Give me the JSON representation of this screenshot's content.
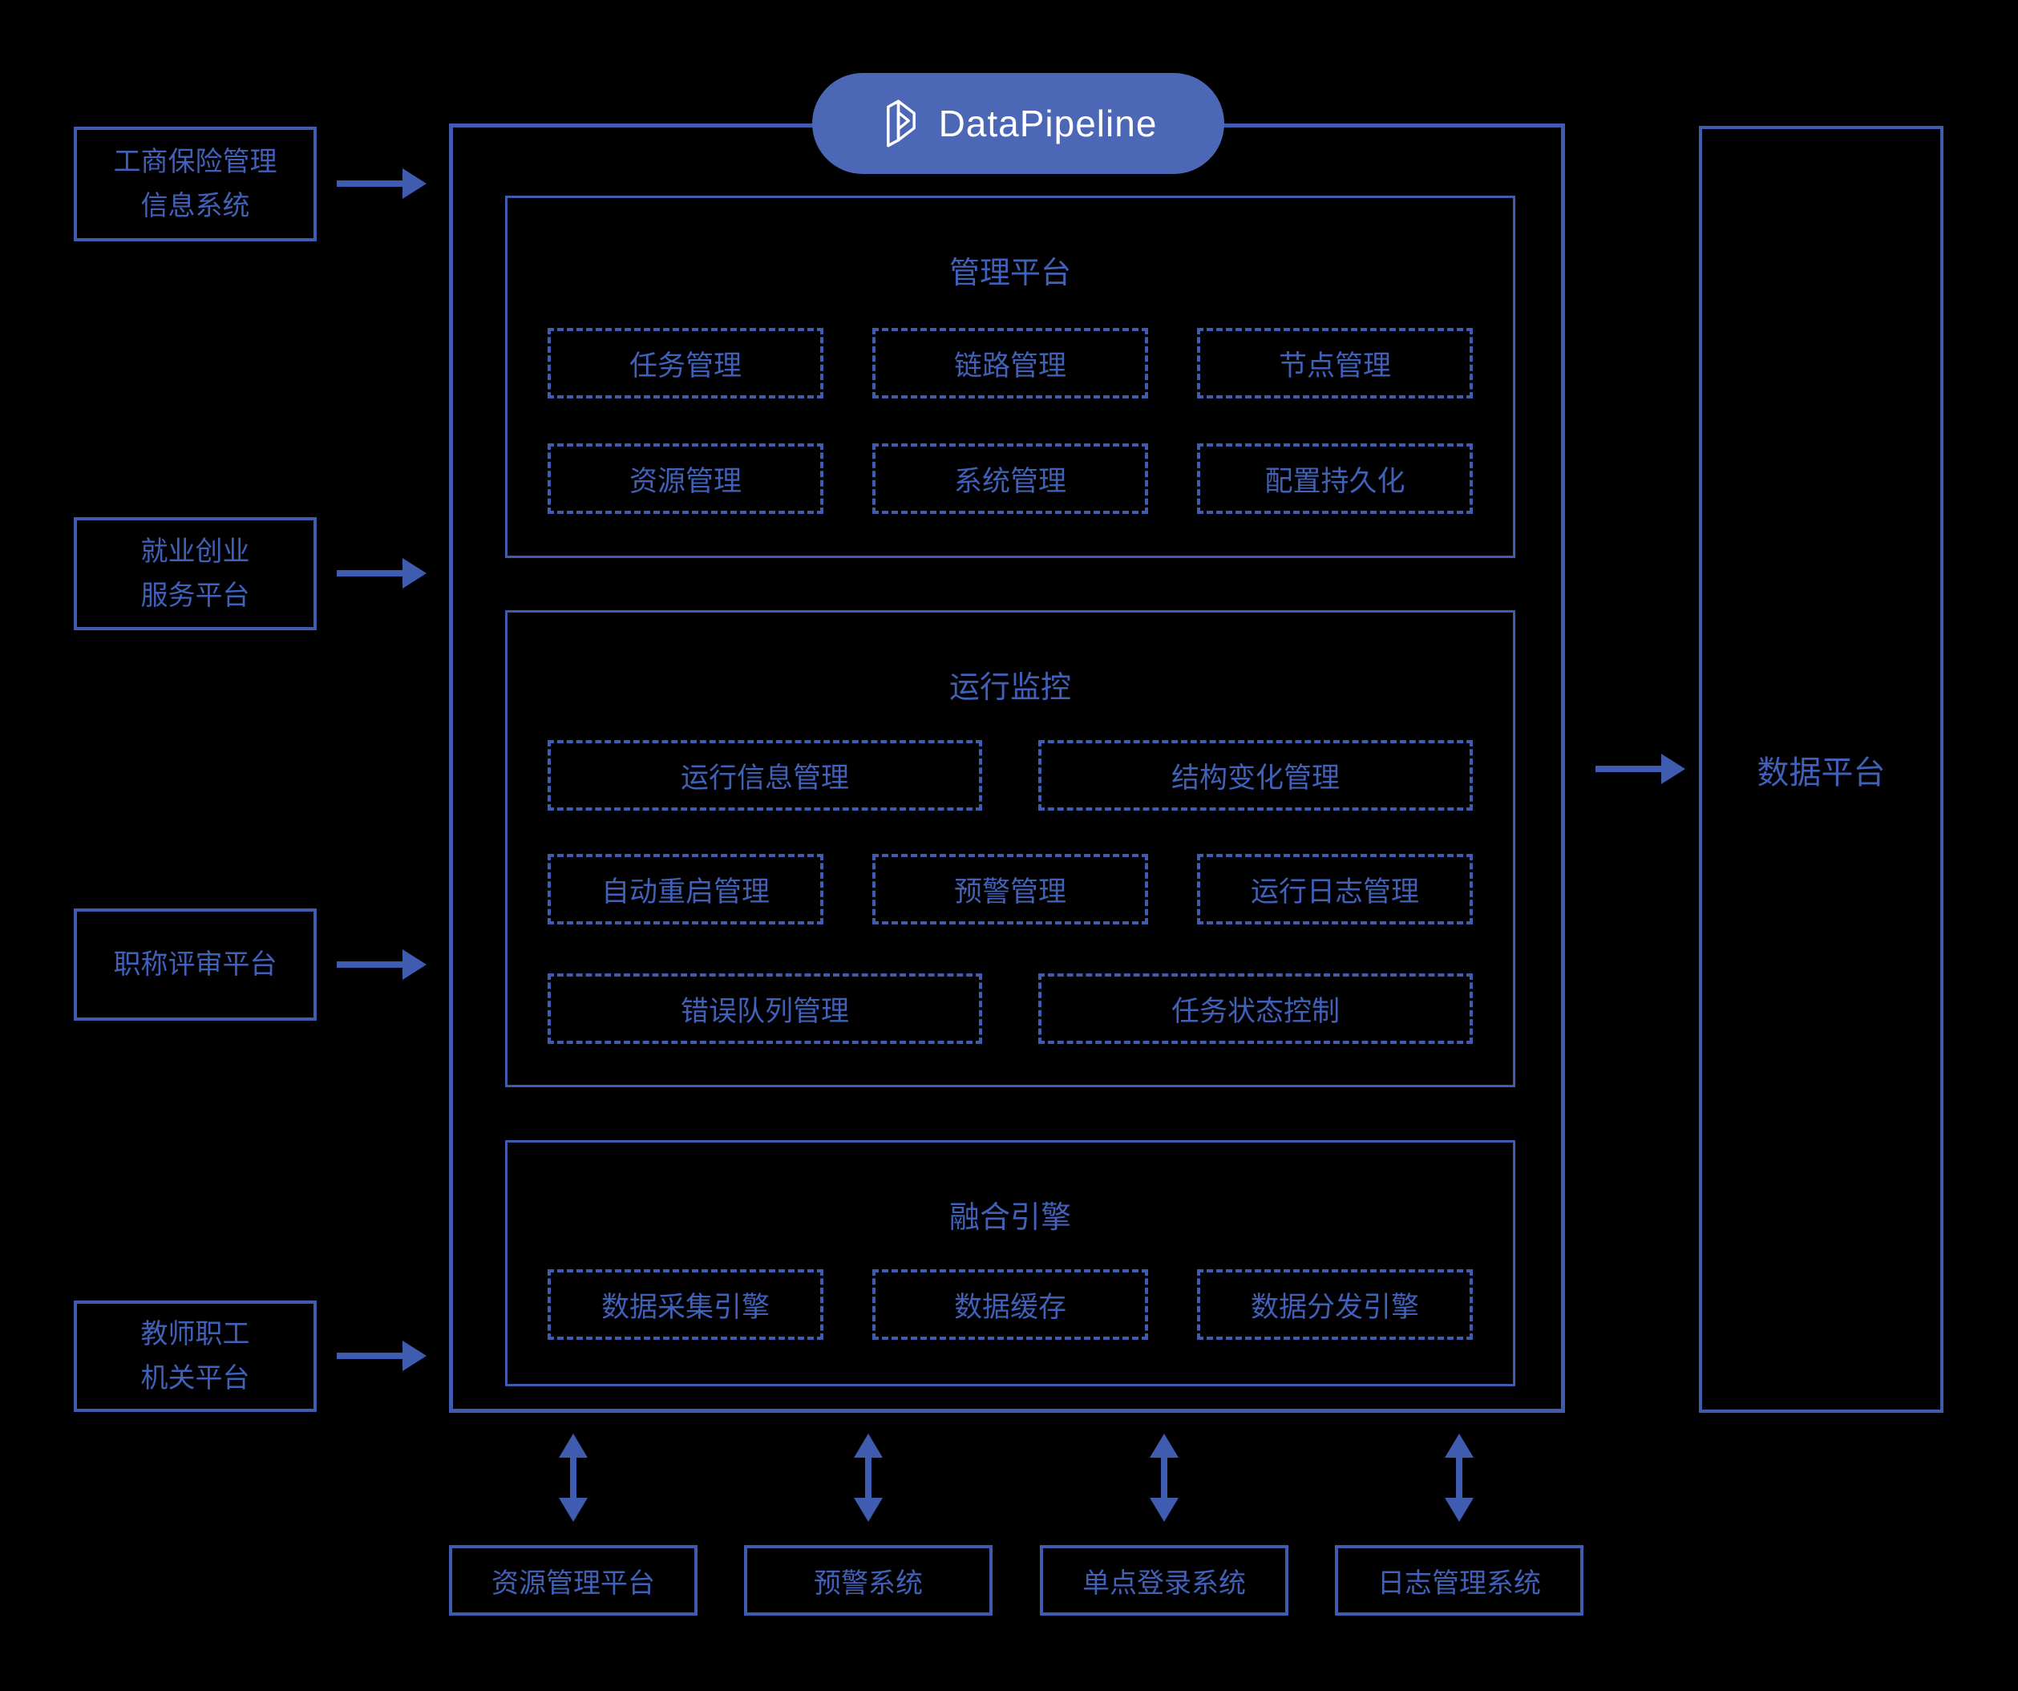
{
  "logo": {
    "text": "DataPipeline",
    "icon": "datapipeline-logo-icon"
  },
  "colors": {
    "background": "#000000",
    "line_blue": "#3f5cb0",
    "text_blue": "#4160b8",
    "pill_blue": "#4c67b5",
    "logo_white": "#ffffff"
  },
  "left_systems": [
    {
      "line1": "工商保险管理",
      "line2": "信息系统"
    },
    {
      "line1": "就业创业",
      "line2": "服务平台"
    },
    {
      "line1": "职称评审平台",
      "line2": ""
    },
    {
      "line1": "教师职工",
      "line2": "机关平台"
    }
  ],
  "sections": [
    {
      "title": "管理平台",
      "rows": [
        [
          "任务管理",
          "链路管理",
          "节点管理"
        ],
        [
          "资源管理",
          "系统管理",
          "配置持久化"
        ]
      ]
    },
    {
      "title": "运行监控",
      "rows": [
        [
          "运行信息管理",
          "结构变化管理"
        ],
        [
          "自动重启管理",
          "预警管理",
          "运行日志管理"
        ],
        [
          "错误队列管理",
          "任务状态控制"
        ]
      ]
    },
    {
      "title": "融合引擎",
      "rows": [
        [
          "数据采集引擎",
          "数据缓存",
          "数据分发引擎"
        ]
      ]
    }
  ],
  "data_platform": {
    "label": "数据平台"
  },
  "bottom_systems": [
    {
      "label": "资源管理平台"
    },
    {
      "label": "预警系统"
    },
    {
      "label": "单点登录系统"
    },
    {
      "label": "日志管理系统"
    }
  ]
}
